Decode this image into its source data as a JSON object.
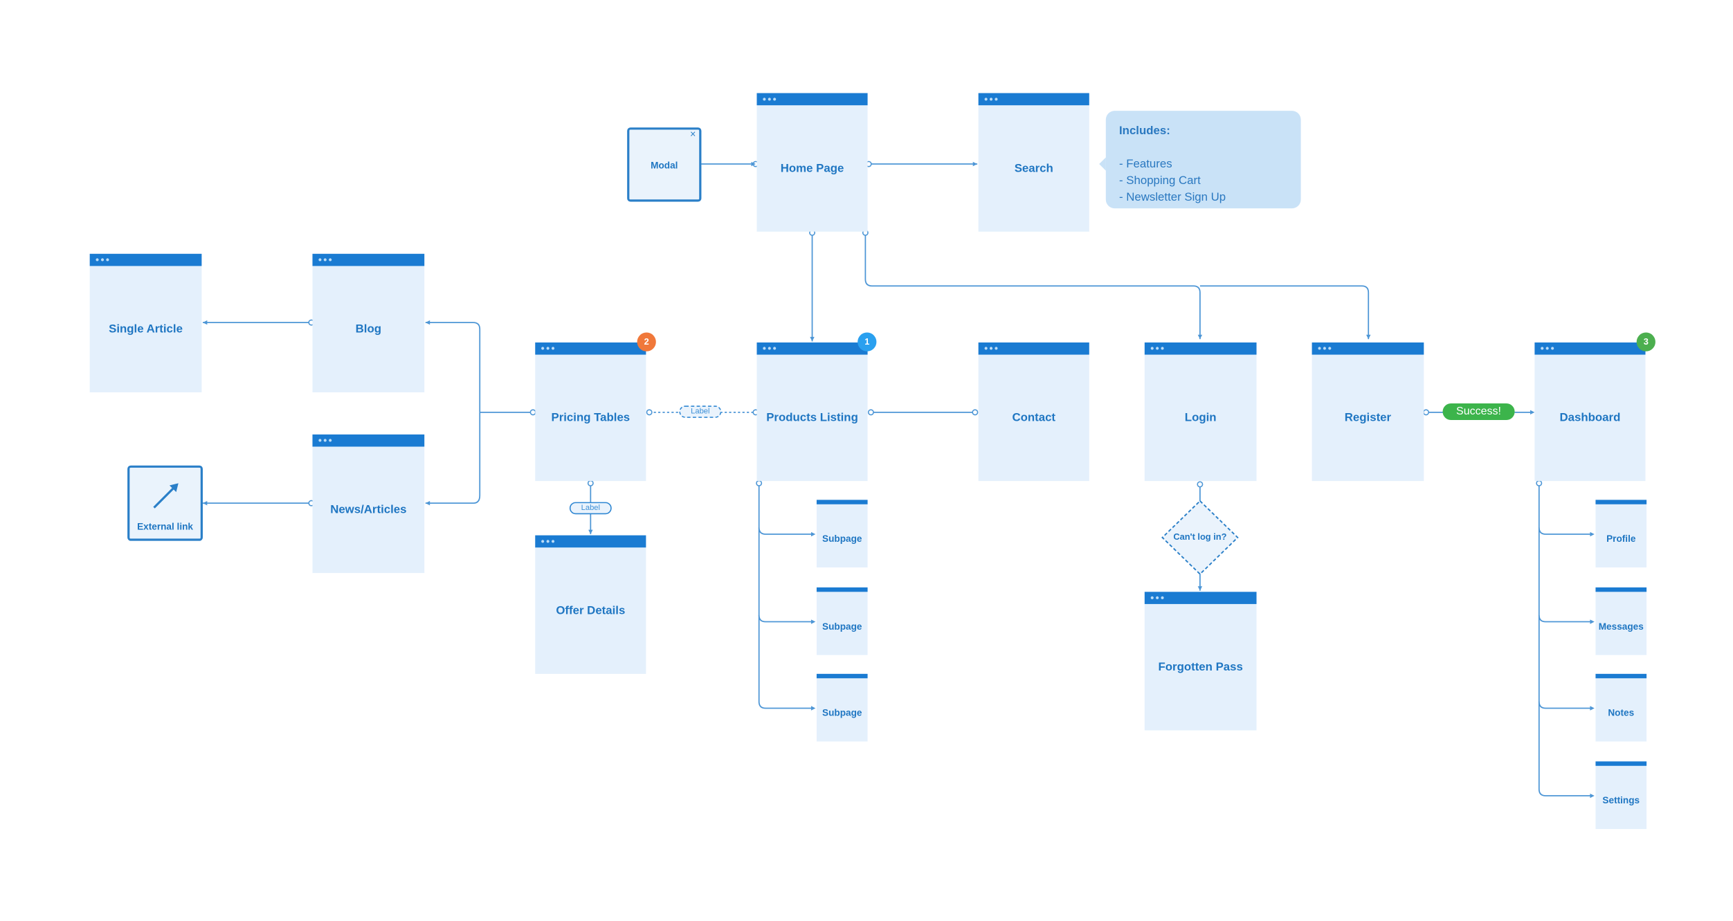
{
  "nodes": {
    "home_page": "Home Page",
    "search": "Search",
    "modal": "Modal",
    "single_article": "Single Article",
    "blog": "Blog",
    "news_articles": "News/Articles",
    "external_link": "External link",
    "pricing_tables": "Pricing Tables",
    "offer_details": "Offer Details",
    "products_listing": "Products Listing",
    "contact": "Contact",
    "login": "Login",
    "forgotten_pass": "Forgotten Pass",
    "register": "Register",
    "dashboard": "Dashboard"
  },
  "subpages": {
    "products": [
      "Subpage",
      "Subpage",
      "Subpage"
    ],
    "dashboard": [
      "Profile",
      "Messages",
      "Notes",
      "Settings"
    ]
  },
  "note": {
    "heading": "Includes:",
    "items": [
      "- Features",
      "- Shopping Cart",
      "- Newsletter Sign Up"
    ]
  },
  "decision": "Can't log in?",
  "success": "Success!",
  "connector_labels": {
    "pricing_to_products": "Label",
    "pricing_to_offer": "Label"
  },
  "badges": {
    "pricing": "2",
    "products": "1",
    "dashboard": "3"
  },
  "window_dots": "●●●",
  "modal_close": "×",
  "colors": {
    "page_fill": "#e4f0fc",
    "title_bar": "#1a7bd2",
    "text": "#1f76c2",
    "connector": "#4d96d6",
    "badge_orange": "#f0783a",
    "badge_blue": "#2aa0ef",
    "badge_green": "#4caf4f",
    "success_green": "#3cb44b",
    "note_fill": "#c9e2f7"
  },
  "icons": {
    "modal_close": "close-icon",
    "external_link": "arrow-up-right-icon"
  }
}
